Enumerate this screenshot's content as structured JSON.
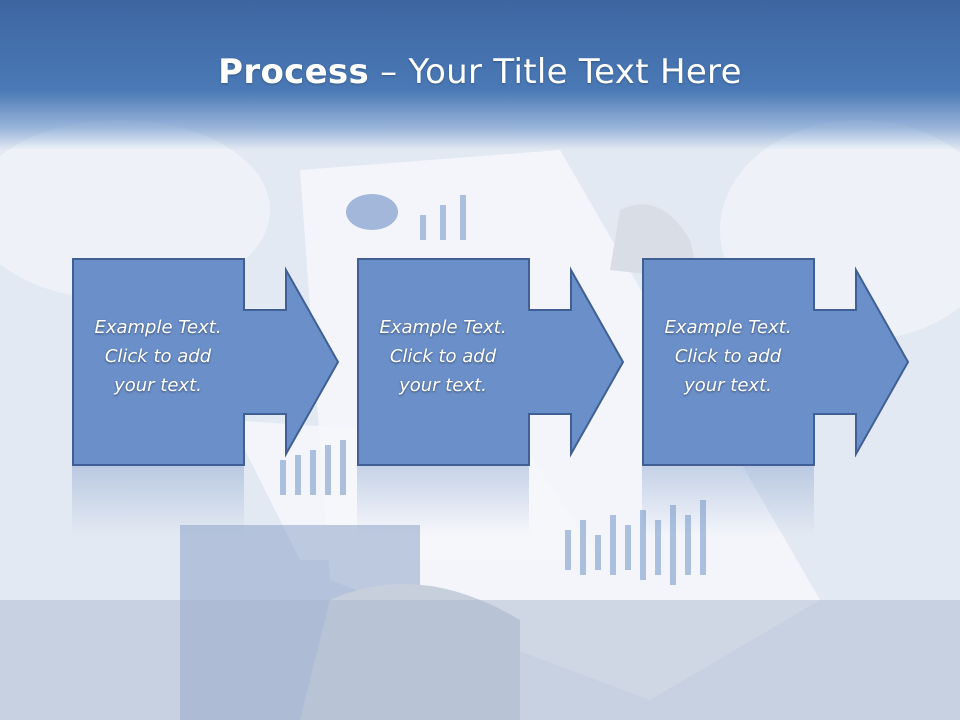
{
  "slide": {
    "title_bold": "Process",
    "title_rest": " – Your Title Text Here",
    "steps": [
      {
        "text": "Example Text.\nClick  to add\nyour text."
      },
      {
        "text": "Example Text.\nClick  to add\nyour text."
      },
      {
        "text": "Example Text.\nClick  to add\nyour text."
      }
    ]
  },
  "colors": {
    "title_bar": "#3d66a0",
    "box_fill": "#6b8fc9",
    "box_stroke": "#3f5f95",
    "text": "#ffffff"
  }
}
